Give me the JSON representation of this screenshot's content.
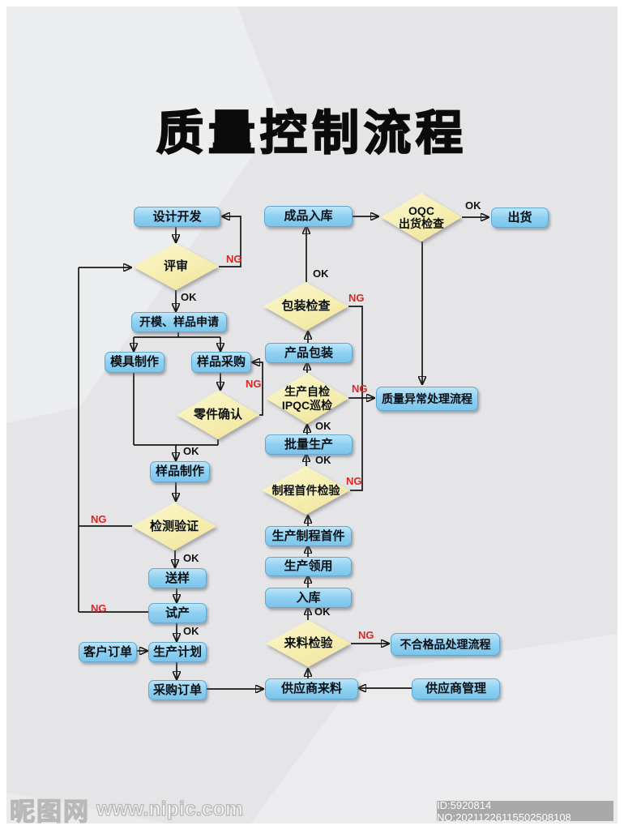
{
  "title": "质量控制流程",
  "edge_labels": {
    "ok": "OK",
    "ng": "NG"
  },
  "colors": {
    "background": "#e5e5e7",
    "box_fill": "#8fd1f2",
    "diamond_fill": "#f6eeb0",
    "line": "#171717",
    "ng_red": "#e02421"
  },
  "nodes": {
    "design_dev": {
      "label": "设计开发"
    },
    "review": {
      "label": "评审"
    },
    "mold_sample_apply": {
      "label": "开模、样品申请"
    },
    "mold_making": {
      "label": "模具制作"
    },
    "sample_purchase": {
      "label": "样品采购"
    },
    "parts_confirm": {
      "label": "零件确认"
    },
    "sample_making": {
      "label": "样品制作"
    },
    "inspection_verify": {
      "label": "检测验证"
    },
    "send_sample": {
      "label": "送样"
    },
    "trial_production": {
      "label": "试产"
    },
    "customer_order": {
      "label": "客户订单"
    },
    "production_plan": {
      "label": "生产计划"
    },
    "purchase_order": {
      "label": "采购订单"
    },
    "finished_storage": {
      "label": "成品入库"
    },
    "oqc": {
      "label_line1": "OQC",
      "label_line2": "出货检查"
    },
    "ship_out": {
      "label": "出货"
    },
    "packaging_inspection": {
      "label": "包装检查"
    },
    "product_packaging": {
      "label": "产品包装"
    },
    "ipqc": {
      "label_line1": "生产自检",
      "label_line2": "IPQC巡检"
    },
    "quality_abnormal": {
      "label": "质量异常处理流程"
    },
    "mass_production": {
      "label": "批量生产"
    },
    "first_piece_inspection": {
      "label": "制程首件检验"
    },
    "process_first_piece": {
      "label": "生产制程首件"
    },
    "production_requisition": {
      "label": "生产领用"
    },
    "warehousing": {
      "label": "入库"
    },
    "incoming_inspection": {
      "label": "来料检验"
    },
    "nonconforming": {
      "label": "不合格品处理流程"
    },
    "supplier_incoming": {
      "label": "供应商来料"
    },
    "supplier_management": {
      "label": "供应商管理"
    }
  },
  "watermark": {
    "site_name": "昵图网",
    "site_url": "www.nipic.com",
    "badge": "ID:5920814 NO:20211226115502508108"
  }
}
